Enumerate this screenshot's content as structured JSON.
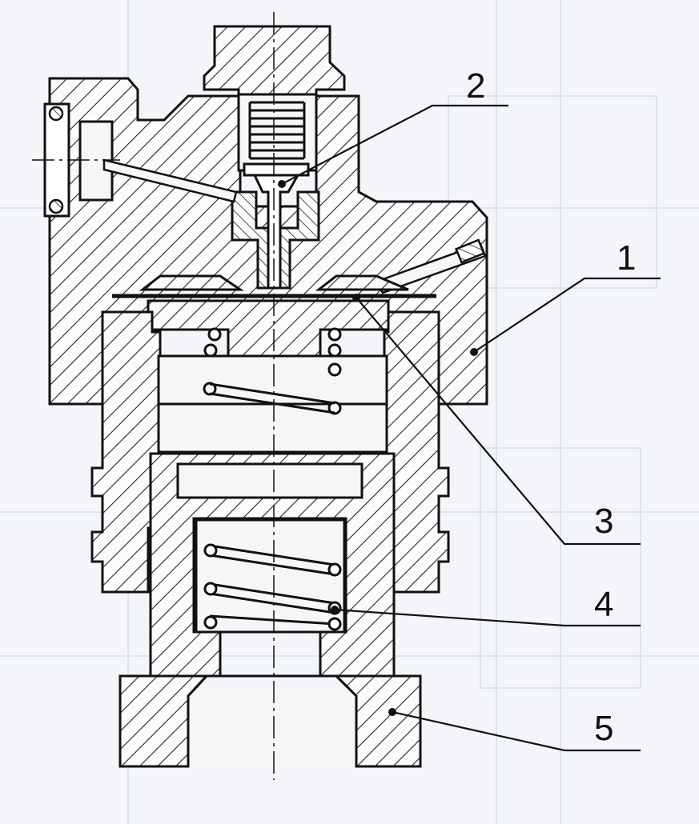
{
  "figure": {
    "callouts": [
      {
        "label": "1"
      },
      {
        "label": "2"
      },
      {
        "label": "3"
      },
      {
        "label": "4"
      },
      {
        "label": "5"
      }
    ]
  },
  "colors": {
    "background": "#f3f5f8",
    "ink": "#111111",
    "ghost": "#dde3ea",
    "cavity": "#f5f6f8"
  }
}
